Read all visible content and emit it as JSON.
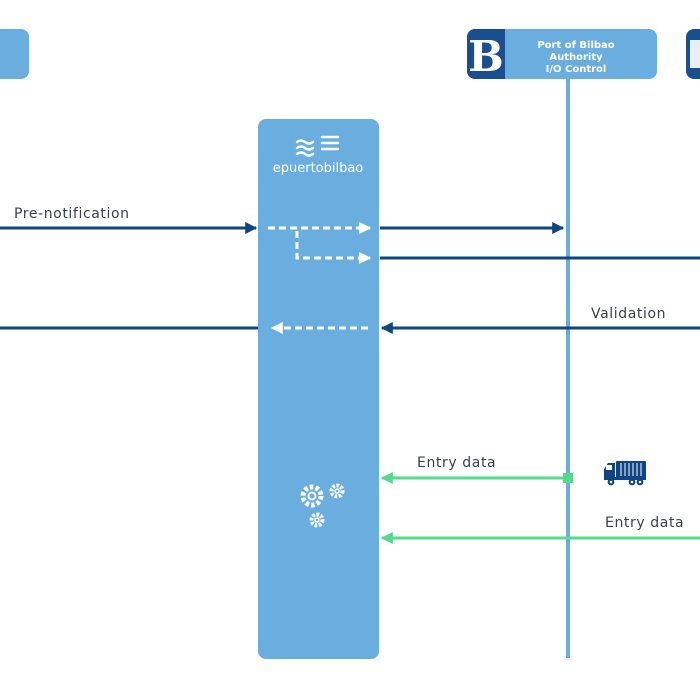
{
  "colors": {
    "panel": "#6aaee0",
    "dark_arrow": "#0f4583",
    "green_arrow": "#55d98a",
    "white": "#ffffff",
    "text": "#3b3f47",
    "logo_square": "#1a4f8f"
  },
  "platform": {
    "brand_name": "epuertobilbao",
    "icon": "gears-icon"
  },
  "authority_box": {
    "logo_letter": "B",
    "line1": "Port of Bilbao",
    "line2": "Authority",
    "line3": "I/O Control"
  },
  "messages": {
    "pre_notification": "Pre-notification",
    "validation": "Validation",
    "entry_data_1": "Entry data",
    "entry_data_2": "Entry data"
  },
  "icons": {
    "truck": "truck-icon"
  }
}
